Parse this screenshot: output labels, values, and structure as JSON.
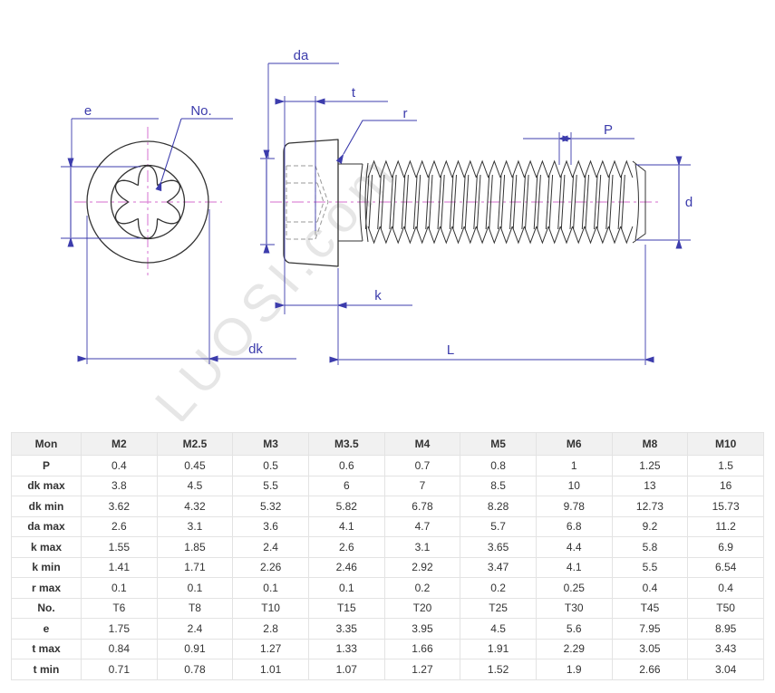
{
  "watermark": "LUOSI.com",
  "drawing": {
    "labels": {
      "e": "e",
      "no": "No.",
      "da": "da",
      "t": "t",
      "r": "r",
      "p": "P",
      "d": "d",
      "k": "k",
      "dk": "dk",
      "l": "L"
    }
  },
  "table": {
    "headers": [
      "Mon",
      "M2",
      "M2.5",
      "M3",
      "M3.5",
      "M4",
      "M5",
      "M6",
      "M8",
      "M10"
    ],
    "rows": [
      {
        "label": "P",
        "values": [
          "0.4",
          "0.45",
          "0.5",
          "0.6",
          "0.7",
          "0.8",
          "1",
          "1.25",
          "1.5"
        ]
      },
      {
        "label": "dk max",
        "values": [
          "3.8",
          "4.5",
          "5.5",
          "6",
          "7",
          "8.5",
          "10",
          "13",
          "16"
        ]
      },
      {
        "label": "dk min",
        "values": [
          "3.62",
          "4.32",
          "5.32",
          "5.82",
          "6.78",
          "8.28",
          "9.78",
          "12.73",
          "15.73"
        ]
      },
      {
        "label": "da max",
        "values": [
          "2.6",
          "3.1",
          "3.6",
          "4.1",
          "4.7",
          "5.7",
          "6.8",
          "9.2",
          "11.2"
        ]
      },
      {
        "label": "k max",
        "values": [
          "1.55",
          "1.85",
          "2.4",
          "2.6",
          "3.1",
          "3.65",
          "4.4",
          "5.8",
          "6.9"
        ]
      },
      {
        "label": "k min",
        "values": [
          "1.41",
          "1.71",
          "2.26",
          "2.46",
          "2.92",
          "3.47",
          "4.1",
          "5.5",
          "6.54"
        ]
      },
      {
        "label": "r max",
        "values": [
          "0.1",
          "0.1",
          "0.1",
          "0.1",
          "0.2",
          "0.2",
          "0.25",
          "0.4",
          "0.4"
        ]
      },
      {
        "label": "No.",
        "values": [
          "T6",
          "T8",
          "T10",
          "T15",
          "T20",
          "T25",
          "T30",
          "T45",
          "T50"
        ]
      },
      {
        "label": "e",
        "values": [
          "1.75",
          "2.4",
          "2.8",
          "3.35",
          "3.95",
          "4.5",
          "5.6",
          "7.95",
          "8.95"
        ]
      },
      {
        "label": "t max",
        "values": [
          "0.84",
          "0.91",
          "1.27",
          "1.33",
          "1.66",
          "1.91",
          "2.29",
          "3.05",
          "3.43"
        ]
      },
      {
        "label": "t min",
        "values": [
          "0.71",
          "0.78",
          "1.01",
          "1.07",
          "1.27",
          "1.52",
          "1.9",
          "2.66",
          "3.04"
        ]
      }
    ]
  },
  "colors": {
    "dimension_blue": "#3c3cac",
    "centerline_pink": "#dd8ad8",
    "outline_black": "#333333",
    "hidden_gray": "#999999",
    "table_header_bg": "#f1f1f1",
    "table_border": "#e3e3e3",
    "watermark_gray": "#cfcfcf"
  }
}
